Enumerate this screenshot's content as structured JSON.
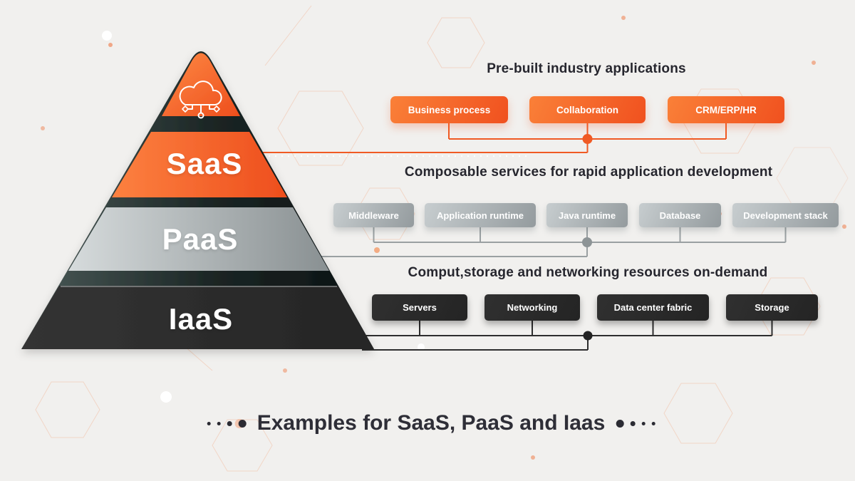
{
  "colors": {
    "background": "#f1f0ee",
    "accent_orange": "#f0561f",
    "accent_gray": "#9aa0a2",
    "accent_dark": "#2a2a2a"
  },
  "pyramid": {
    "top_icon": "cloud-circuit-icon",
    "layers": [
      {
        "label": "SaaS"
      },
      {
        "label": "PaaS"
      },
      {
        "label": "IaaS"
      }
    ]
  },
  "sections": [
    {
      "title": "Pre-built industry applications",
      "theme": "orange",
      "buttons": [
        "Business process",
        "Collaboration",
        "CRM/ERP/HR"
      ]
    },
    {
      "title": "Composable services for rapid application development",
      "theme": "gray",
      "buttons": [
        "Middleware",
        "Application runtime",
        "Java runtime",
        "Database",
        "Development stack"
      ]
    },
    {
      "title": "Comput,storage and networking resources on-demand",
      "theme": "dark",
      "buttons": [
        "Servers",
        "Networking",
        "Data center fabric",
        "Storage"
      ]
    }
  ],
  "caption": {
    "text": "Examples for SaaS, PaaS and Iaas"
  }
}
